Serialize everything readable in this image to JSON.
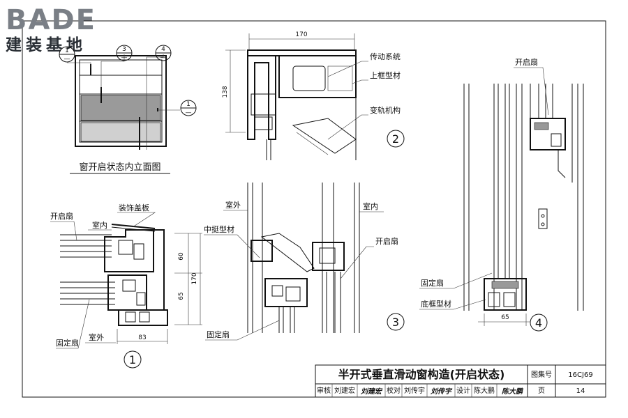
{
  "logo": {
    "top": "BADE",
    "bottom": "建装基地"
  },
  "elevation": {
    "caption": "窗开启状态内立面图",
    "markers": [
      "1",
      "3",
      "4",
      "1"
    ]
  },
  "detail1": {
    "number": "1",
    "labels": {
      "open_sash": "开启扇",
      "indoor": "室内",
      "cover": "装饰盖板",
      "fixed_sash": "固定扇",
      "outdoor": "室外"
    },
    "dims": {
      "d60": "60",
      "d65": "65",
      "d170": "170",
      "d83": "83"
    }
  },
  "detail2": {
    "number": "2",
    "labels": {
      "drive": "传动系统",
      "top_frame": "上框型材",
      "track": "变轨机构"
    },
    "dims": {
      "d170": "170",
      "d138": "138"
    }
  },
  "detail3": {
    "number": "3",
    "labels": {
      "outdoor": "室外",
      "indoor": "室内",
      "mullion": "中挺型材",
      "open_sash": "开启扇",
      "fixed_sash": "固定扇"
    }
  },
  "detail4": {
    "number": "4",
    "labels": {
      "open_sash": "开启扇",
      "fixed_sash": "固定扇",
      "bottom_frame": "底框型材"
    },
    "dims": {
      "d65": "65"
    }
  },
  "title_block": {
    "title": "半开式垂直滑动窗构造(开启状态)",
    "atlas_label": "图集号",
    "atlas_no": "16CJ69",
    "review_label": "审核",
    "reviewer": "刘建宏",
    "reviewer_sig": "刘建宏",
    "check_label": "校对",
    "checker": "刘传宇",
    "checker_sig": "刘传宇",
    "design_label": "设计",
    "designer": "陈大鹏",
    "designer_sig": "陈大鹏",
    "page_label": "页",
    "page_no": "14"
  }
}
